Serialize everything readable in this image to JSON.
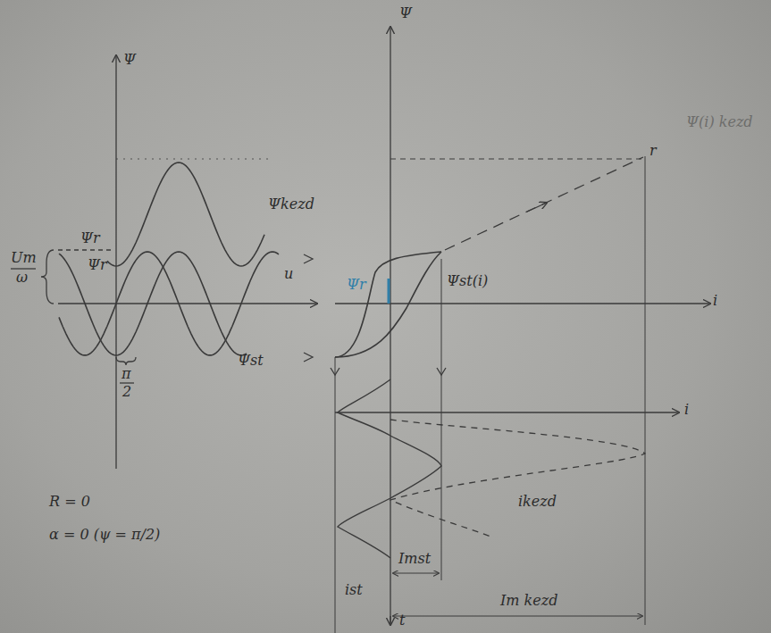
{
  "diagram": {
    "labels": [
      "Ψ",
      "Ψkezd",
      "Um",
      "ω",
      "Ψr",
      "Ψr",
      "u",
      "Ψst",
      "π",
      "2",
      "R = 0",
      "α = 0 (ψ = π/2)",
      "Ψ",
      "i",
      "Ψ(i) kezd",
      "r",
      "Ψr",
      "Ψst(i)",
      "i",
      "ikezd",
      "ist",
      "Imst",
      "t",
      "Im kezd"
    ]
  }
}
